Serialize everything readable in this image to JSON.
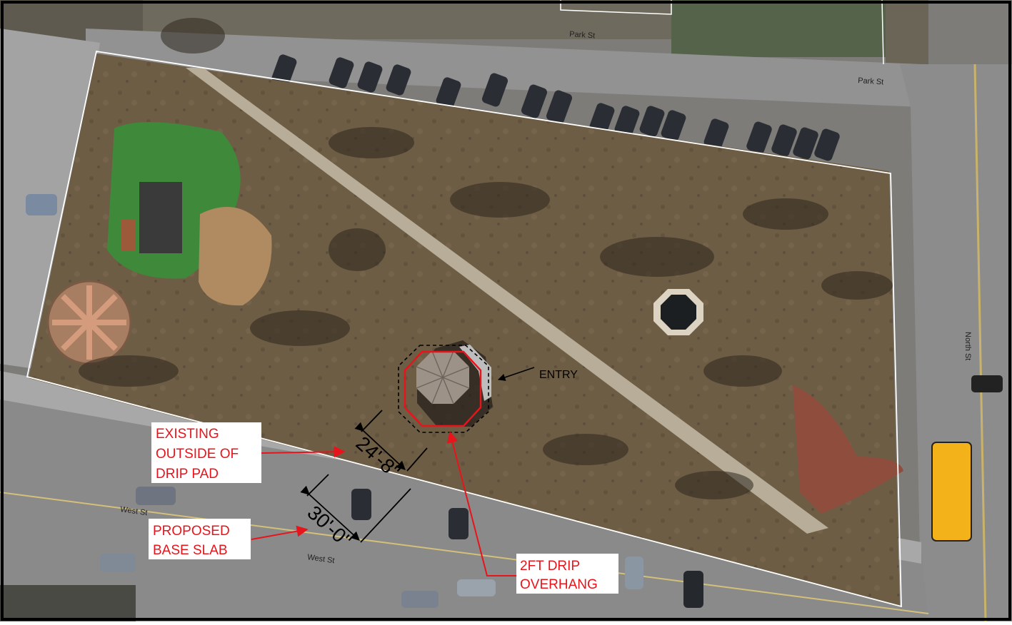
{
  "streets": {
    "park_st_top": "Park St",
    "park_st_right": "Park St",
    "west_st_left": "West St",
    "west_st_lower": "West St",
    "north_st": "North St"
  },
  "annotations": {
    "entry": "ENTRY",
    "existing_drip_pad": [
      "EXISTING",
      "OUTSIDE OF",
      "DRIP PAD"
    ],
    "proposed_base_slab": [
      "PROPOSED",
      "BASE SLAB"
    ],
    "drip_overhang": [
      "2FT DRIP",
      "OVERHANG"
    ]
  },
  "dimensions": {
    "inner": "24'-8\"",
    "outer": "30'-0\""
  },
  "colors": {
    "annotation_red": "#e8141b",
    "dimension_black": "#000000",
    "lot_outline": "#ffffff",
    "grass_brown": "#6e5d45",
    "road_gray": "#8f8f8f",
    "playground_green": "#3f8a3a"
  }
}
